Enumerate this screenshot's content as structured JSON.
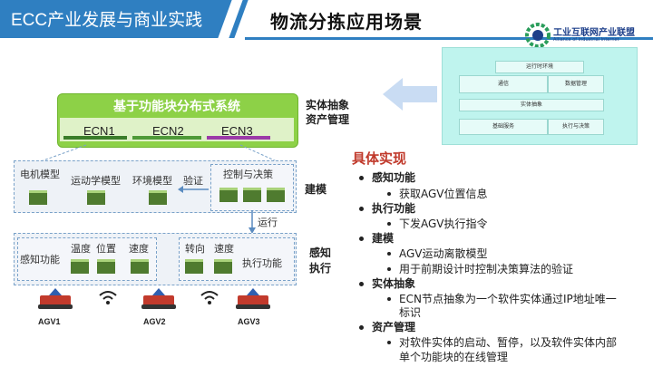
{
  "header": {
    "left_title": "ECC产业发展与商业实践",
    "page_title": "物流分拣应用场景",
    "logo_text": "工业互联网产业联盟",
    "logo_subtext": "Alliance of Industrial Internet",
    "accent": "#2f7fc1"
  },
  "architecture_diagram": {
    "boxes": [
      "运行时环境",
      "通信",
      "数据管理",
      "实体抽象",
      "基础服务",
      "执行与决策"
    ]
  },
  "function_block": {
    "title": "基于功能块分布式系统",
    "ecn": [
      "ECN1",
      "ECN2",
      "ECN3"
    ],
    "side_label": "实体抽象\n资产管理"
  },
  "modeling": {
    "models": [
      "电机模型",
      "运动学模型",
      "环境模型"
    ],
    "verify_label": "验证",
    "control_label": "控制与决策",
    "side_label": "建模"
  },
  "run_label": "运行",
  "perception": {
    "sense_label": "感知功能",
    "items1": [
      "温度",
      "位置",
      "速度"
    ],
    "items2": [
      "转向",
      "速度"
    ],
    "exec_label": "执行功能",
    "side_label": "感知\n执行"
  },
  "agvs": [
    "AGV1",
    "AGV2",
    "AGV3"
  ],
  "implementation": {
    "title": "具体实现",
    "sections": [
      {
        "heading": "感知功能",
        "items": [
          "获取AGV位置信息"
        ]
      },
      {
        "heading": "执行功能",
        "items": [
          "下发AGV执行指令"
        ]
      },
      {
        "heading": "建模",
        "items": [
          "AGV运动离散模型",
          "用于前期设计时控制决策算法的验证"
        ]
      },
      {
        "heading": "实体抽象",
        "items": [
          "ECN节点抽象为一个软件实体通过IP地址唯一",
          "标识"
        ]
      },
      {
        "heading": "资产管理",
        "items": [
          "对软件实体的启动、暂停，以及软件实体内部",
          "单个功能块的在线管理"
        ]
      }
    ]
  }
}
